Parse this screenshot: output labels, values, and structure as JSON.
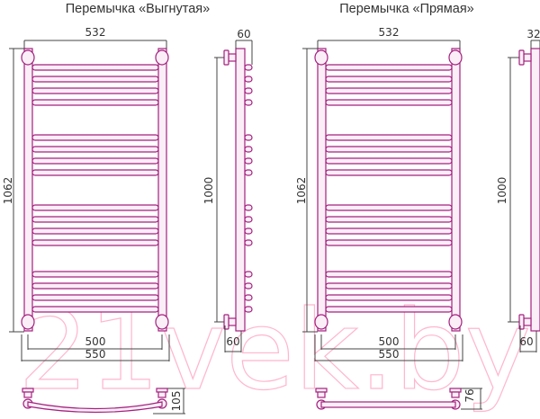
{
  "watermark": "21vek.by",
  "colors": {
    "outline": "#a3217f",
    "fill": "#fbeef7",
    "dimension": "#444444",
    "watermark": "#ffb6cf"
  },
  "panels": [
    {
      "title": "Перемычка «Выгнутая»",
      "front": {
        "width_top": "532",
        "height": "1062",
        "axis_width": "500",
        "total_width": "550"
      },
      "side": {
        "depth_top": "60",
        "axis_height": "1000",
        "depth_bottom": "60"
      },
      "bottom": {
        "depth": "105",
        "jumper": "curved"
      }
    },
    {
      "title": "Перемычка «Прямая»",
      "front": {
        "width_top": "532",
        "height": "1062",
        "axis_width": "500",
        "total_width": "550"
      },
      "side": {
        "depth_top": "32",
        "axis_height": "1000",
        "depth_bottom": "60"
      },
      "bottom": {
        "depth": "76",
        "jumper": "straight"
      }
    }
  ]
}
